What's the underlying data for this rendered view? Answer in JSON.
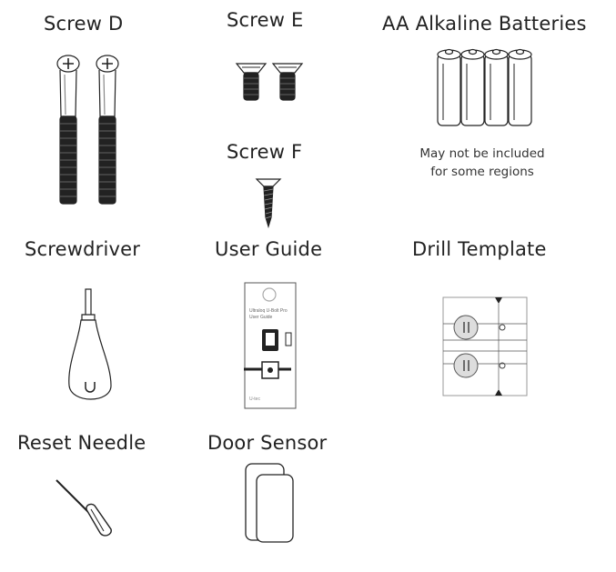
{
  "items": {
    "screw_d": {
      "label": "Screw D"
    },
    "screw_e": {
      "label": "Screw E"
    },
    "screw_f": {
      "label": "Screw F"
    },
    "batteries": {
      "label": "AA Alkaline Batteries",
      "note_line1": "May not be included",
      "note_line2": "for some regions"
    },
    "screwdriver": {
      "label": "Screwdriver"
    },
    "user_guide": {
      "label": "User Guide"
    },
    "drill_template": {
      "label": "Drill Template"
    },
    "reset_needle": {
      "label": "Reset Needle"
    },
    "door_sensor": {
      "label": "Door Sensor"
    }
  }
}
